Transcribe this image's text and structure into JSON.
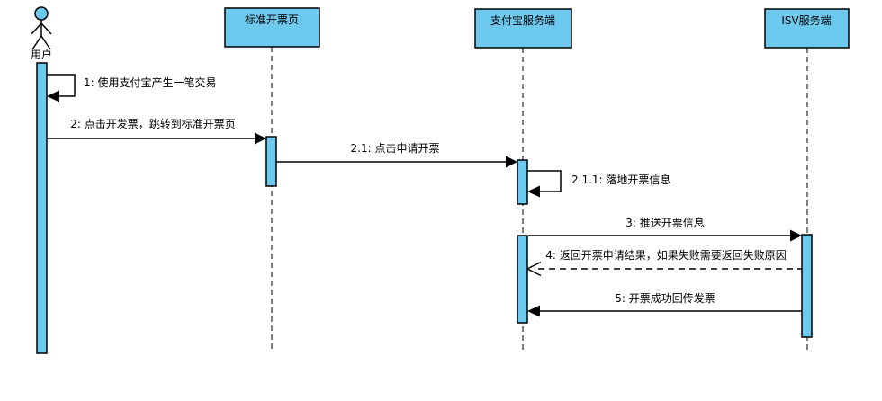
{
  "diagram": {
    "type": "uml-sequence",
    "background": "#ffffff",
    "colors": {
      "shape_fill": "#6EC9EF",
      "stroke": "#000000",
      "text": "#000000"
    },
    "participants": [
      {
        "id": "user",
        "label": "用户",
        "kind": "actor"
      },
      {
        "id": "invoice-page",
        "label": "标准开票页",
        "kind": "lifeline"
      },
      {
        "id": "alipay-server",
        "label": "支付宝服务端",
        "kind": "lifeline"
      },
      {
        "id": "isv-server",
        "label": "ISV服务端",
        "kind": "lifeline"
      }
    ],
    "messages": [
      {
        "label": "1: 使用支付宝产生一笔交易",
        "from": "用户",
        "to": "用户",
        "line": "solid-self"
      },
      {
        "label": "2: 点击开发票，跳转到标准开票页",
        "from": "用户",
        "to": "标准开票页",
        "line": "solid"
      },
      {
        "label": "2.1: 点击申请开票",
        "from": "标准开票页",
        "to": "支付宝服务端",
        "line": "solid"
      },
      {
        "label": "2.1.1: 落地开票信息",
        "from": "支付宝服务端",
        "to": "支付宝服务端",
        "line": "solid-self"
      },
      {
        "label": "3: 推送开票信息",
        "from": "支付宝服务端",
        "to": "ISV服务端",
        "line": "solid"
      },
      {
        "label": "4: 返回开票申请结果，如果失败需要返回失败原因",
        "from": "ISV服务端",
        "to": "支付宝服务端",
        "line": "dashed-return"
      },
      {
        "label": "5: 开票成功回传发票",
        "from": "ISV服务端",
        "to": "支付宝服务端",
        "line": "solid"
      }
    ]
  }
}
